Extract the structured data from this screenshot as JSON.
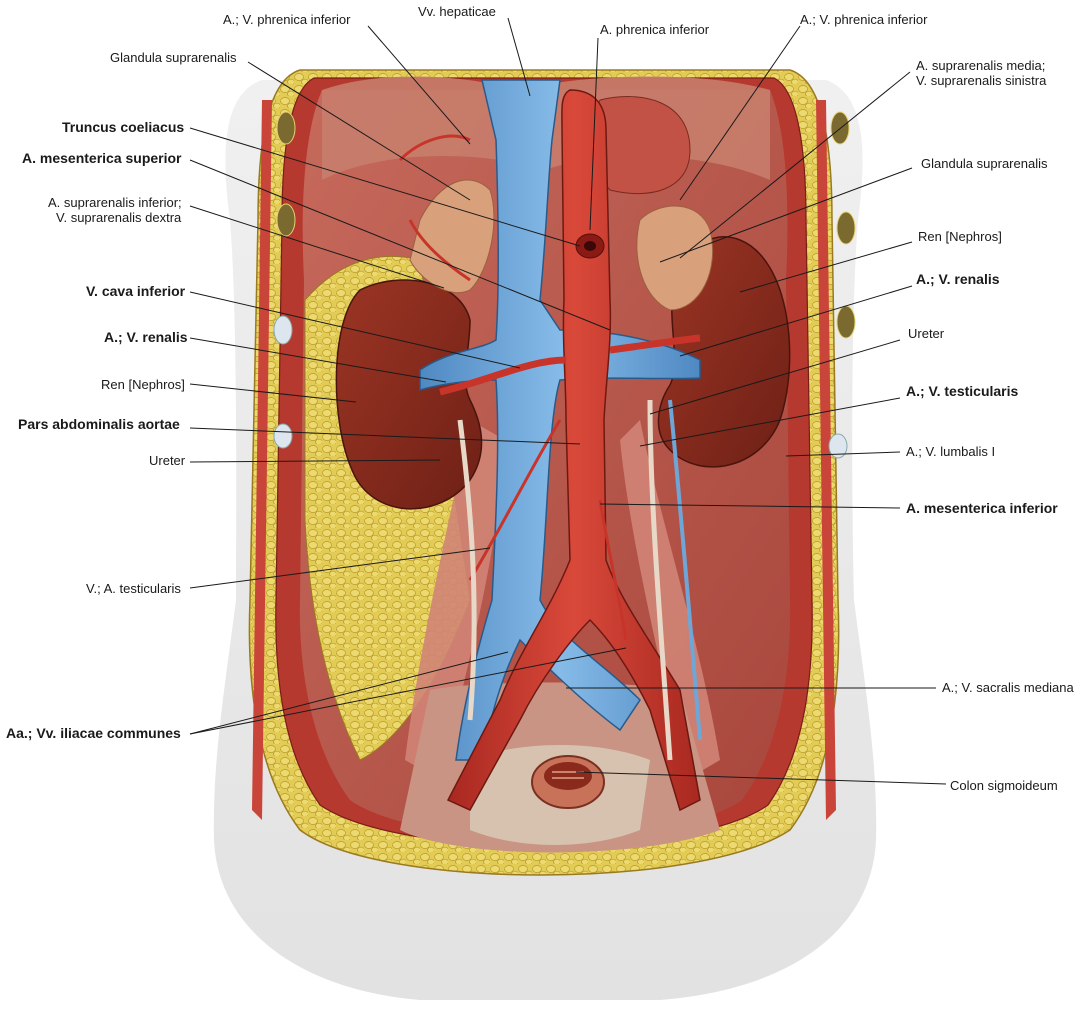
{
  "labels": {
    "a_v_phrenica_inferior_left": "A.; V. phrenica inferior",
    "vv_hepaticae": "Vv. hepaticae",
    "a_phrenica_inferior": "A. phrenica inferior",
    "a_v_phrenica_inferior_right": "A.; V. phrenica inferior",
    "glandula_suprarenalis_left": "Glandula suprarenalis",
    "a_suprarenalis_media_line1": "A. suprarenalis media;",
    "a_suprarenalis_media_line2": "V. suprarenalis sinistra",
    "truncus_coeliacus": "Truncus coeliacus",
    "a_mesenterica_superior": "A. mesenterica superior",
    "glandula_suprarenalis_right": "Glandula suprarenalis",
    "a_suprarenalis_inferior_line1": "A. suprarenalis inferior;",
    "a_suprarenalis_inferior_line2": "V. suprarenalis dextra",
    "ren_nephros_right": "Ren [Nephros]",
    "v_cava_inferior": "V. cava inferior",
    "a_v_renalis_right": "A.; V. renalis",
    "a_v_renalis_left": "A.; V. renalis",
    "ureter_right": "Ureter",
    "ren_nephros_left": "Ren [Nephros]",
    "a_v_testicularis": "A.; V. testicularis",
    "pars_abdominalis_aortae": "Pars abdominalis aortae",
    "a_v_lumbalis": "A.; V. lumbalis I",
    "ureter_left": "Ureter",
    "a_mesenterica_inferior": "A. mesenterica inferior",
    "v_a_testicularis": "V.; A. testicularis",
    "a_v_sacralis_mediana": "A.; V. sacralis mediana",
    "aa_vv_iliacae_communes": "Aa.; Vv. iliacae communes",
    "colon_sigmoideum": "Colon sigmoideum"
  },
  "colors": {
    "artery": "#c8342a",
    "vein": "#6fa6d8",
    "kidney": "#8a2a1c",
    "fat": "#e4cf5c",
    "muscle": "#b8544a",
    "body_silhouette": "#e6e6e6",
    "leader_line": "#1a1a1a"
  }
}
